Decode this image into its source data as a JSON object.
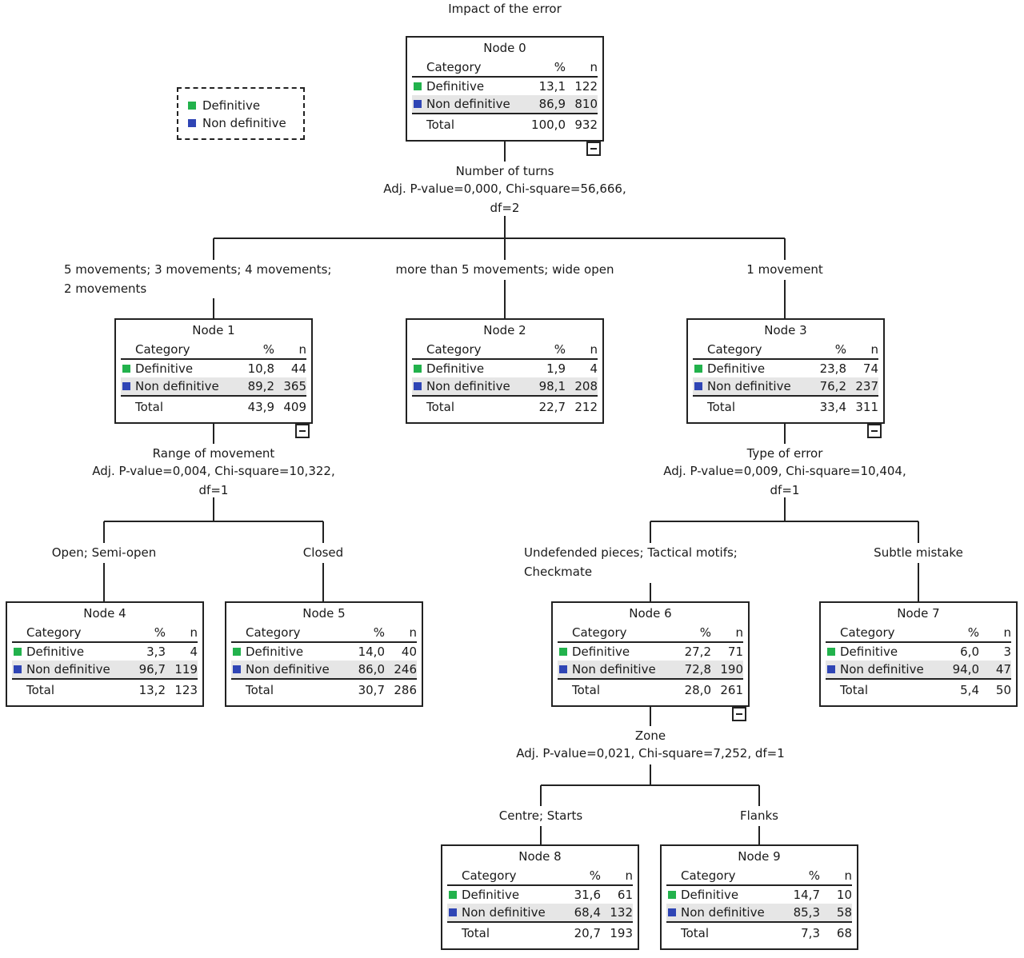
{
  "title": "Impact of the error",
  "legend": {
    "items": [
      {
        "label": "Definitive",
        "color": "#22b24c"
      },
      {
        "label": "Non definitive",
        "color": "#2f45b5"
      }
    ]
  },
  "table_header": {
    "category": "Category",
    "pct": "%",
    "n": "n"
  },
  "row_labels": {
    "definitive": "Definitive",
    "non_definitive": "Non definitive",
    "total": "Total"
  },
  "nodes": {
    "n0": {
      "title": "Node 0",
      "def_pct": "13,1",
      "def_n": "122",
      "non_pct": "86,9",
      "non_n": "810",
      "tot_pct": "100,0",
      "tot_n": "932"
    },
    "n1": {
      "title": "Node 1",
      "def_pct": "10,8",
      "def_n": "44",
      "non_pct": "89,2",
      "non_n": "365",
      "tot_pct": "43,9",
      "tot_n": "409"
    },
    "n2": {
      "title": "Node 2",
      "def_pct": "1,9",
      "def_n": "4",
      "non_pct": "98,1",
      "non_n": "208",
      "tot_pct": "22,7",
      "tot_n": "212"
    },
    "n3": {
      "title": "Node 3",
      "def_pct": "23,8",
      "def_n": "74",
      "non_pct": "76,2",
      "non_n": "237",
      "tot_pct": "33,4",
      "tot_n": "311"
    },
    "n4": {
      "title": "Node 4",
      "def_pct": "3,3",
      "def_n": "4",
      "non_pct": "96,7",
      "non_n": "119",
      "tot_pct": "13,2",
      "tot_n": "123"
    },
    "n5": {
      "title": "Node 5",
      "def_pct": "14,0",
      "def_n": "40",
      "non_pct": "86,0",
      "non_n": "246",
      "tot_pct": "30,7",
      "tot_n": "286"
    },
    "n6": {
      "title": "Node 6",
      "def_pct": "27,2",
      "def_n": "71",
      "non_pct": "72,8",
      "non_n": "190",
      "tot_pct": "28,0",
      "tot_n": "261"
    },
    "n7": {
      "title": "Node 7",
      "def_pct": "6,0",
      "def_n": "3",
      "non_pct": "94,0",
      "non_n": "47",
      "tot_pct": "5,4",
      "tot_n": "50"
    },
    "n8": {
      "title": "Node 8",
      "def_pct": "31,6",
      "def_n": "61",
      "non_pct": "68,4",
      "non_n": "132",
      "tot_pct": "20,7",
      "tot_n": "193"
    },
    "n9": {
      "title": "Node 9",
      "def_pct": "14,7",
      "def_n": "10",
      "non_pct": "85,3",
      "non_n": "58",
      "tot_pct": "7,3",
      "tot_n": "68"
    }
  },
  "splits": {
    "s0": {
      "variable": "Number of turns",
      "stats": "Adj. P-value=0,000, Chi-square=56,666,",
      "df": "df=2"
    },
    "s1": {
      "variable": "Range of movement",
      "stats": "Adj. P-value=0,004, Chi-square=10,322,",
      "df": "df=1"
    },
    "s3": {
      "variable": "Type of error",
      "stats": "Adj. P-value=0,009, Chi-square=10,404,",
      "df": "df=1"
    },
    "s6": {
      "variable": "Zone",
      "stats": "Adj. P-value=0,021, Chi-square=7,252, df=1"
    }
  },
  "branches": {
    "b1": "5 movements; 3 movements; 4 movements;\n2 movements",
    "b2": "more than 5 movements; wide open",
    "b3": "1 movement",
    "b4": "Open; Semi-open",
    "b5": "Closed",
    "b6": "Undefended pieces; Tactical motifs;\nCheckmate",
    "b7": "Subtle mistake",
    "b8": "Centre; Starts",
    "b9": "Flanks"
  }
}
